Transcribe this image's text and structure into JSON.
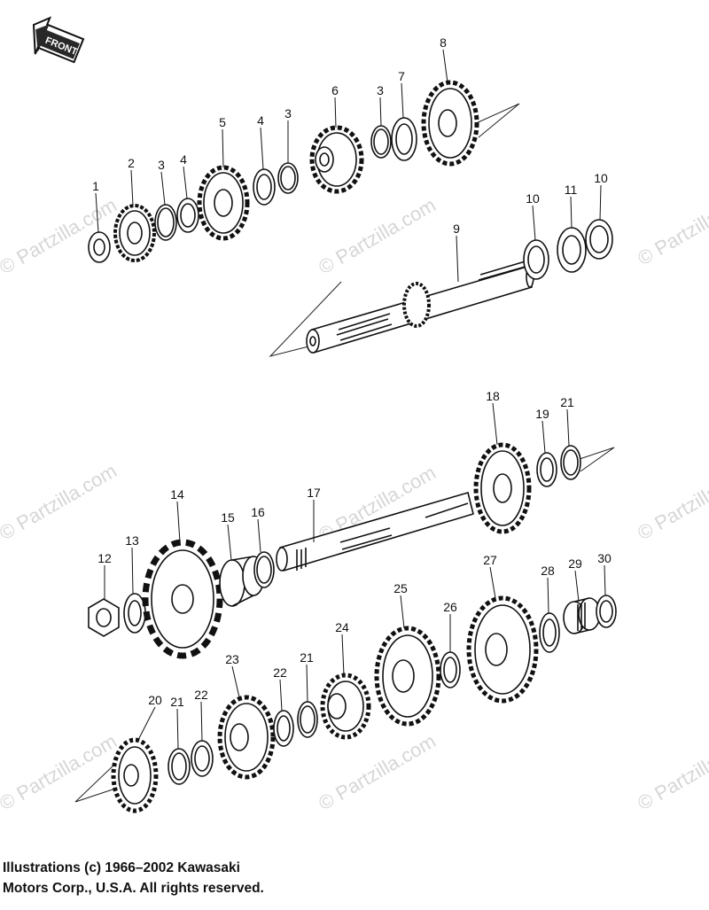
{
  "front_badge": {
    "label": "FRONT"
  },
  "watermark": {
    "text": "© Partzilla.com"
  },
  "callouts": [
    "1",
    "2",
    "3",
    "4",
    "5",
    "4",
    "3",
    "6",
    "3",
    "7",
    "8",
    "9",
    "10",
    "11",
    "10",
    "12",
    "13",
    "14",
    "15",
    "16",
    "17",
    "18",
    "19",
    "21",
    "20",
    "21",
    "22",
    "23",
    "22",
    "21",
    "24",
    "25",
    "26",
    "27",
    "28",
    "29",
    "30"
  ],
  "footer": {
    "line1": "Illustrations (c) 1966–2002 Kawasaki",
    "line2": "Motors Corp., U.S.A.  All rights reserved."
  }
}
